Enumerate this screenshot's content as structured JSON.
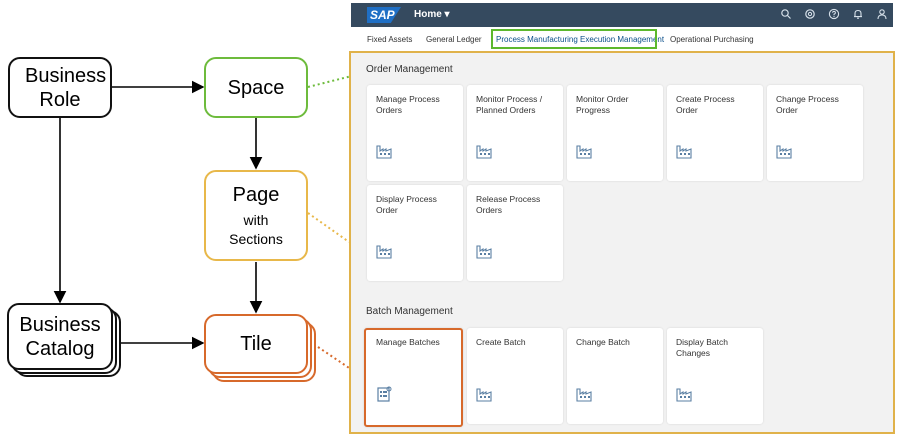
{
  "diagram": {
    "business_role": "Business Role",
    "space": "Space",
    "page": "Page",
    "page_sub1": "with",
    "page_sub2": "Sections",
    "business_catalog": "Business Catalog",
    "tile": "Tile"
  },
  "shell": {
    "logo": "SAP",
    "home_label": "Home ▾",
    "icons": [
      "search-icon",
      "copilot-icon",
      "help-icon",
      "notifications-icon",
      "user-icon"
    ]
  },
  "tabs": [
    "Fixed Assets",
    "General Ledger",
    "Process Manufacturing Execution Management",
    "Operational Purchasing"
  ],
  "sections": [
    {
      "title": "Order Management",
      "tiles": [
        "Manage Process Orders",
        "Monitor Process / Planned Orders",
        "Monitor Order Progress",
        "Create Process Order",
        "Change Process Order",
        "Display Process Order",
        "Release Process Orders"
      ]
    },
    {
      "title": "Batch Management",
      "tiles": [
        "Manage Batches",
        "Create Batch",
        "Change Batch",
        "Display Batch Changes"
      ]
    }
  ],
  "colors": {
    "space": "#6dbb3c",
    "page": "#e8b84a",
    "tile": "#d7692b",
    "shell": "#354a5f"
  }
}
